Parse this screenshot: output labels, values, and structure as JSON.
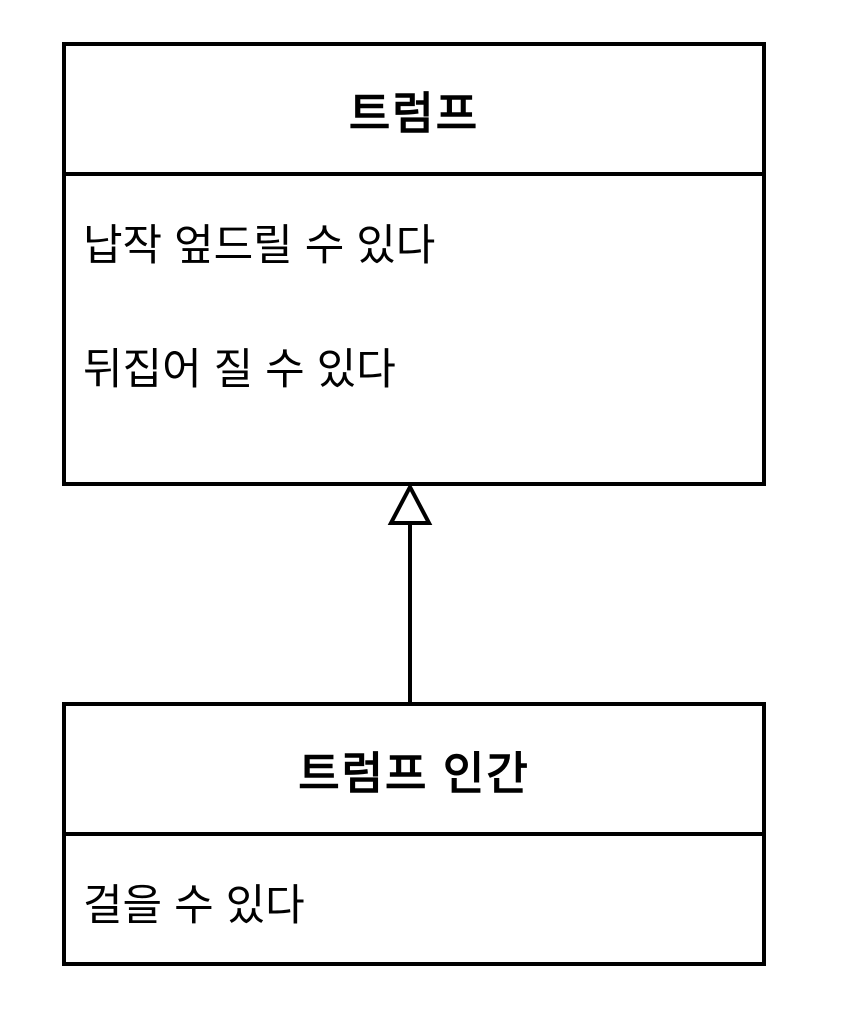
{
  "diagram": {
    "type": "uml-class-diagram",
    "colors": {
      "border": "#000000",
      "background": "#ffffff",
      "text": "#000000"
    },
    "parent_class": {
      "name": "트럼프",
      "methods": [
        "납작 엎드릴 수 있다",
        "뒤집어 질 수 있다"
      ]
    },
    "child_class": {
      "name": "트럼프 인간",
      "methods": [
        "걸을 수 있다"
      ]
    },
    "relationship": {
      "kind": "generalization",
      "from": "트럼프 인간",
      "to": "트럼프"
    }
  }
}
